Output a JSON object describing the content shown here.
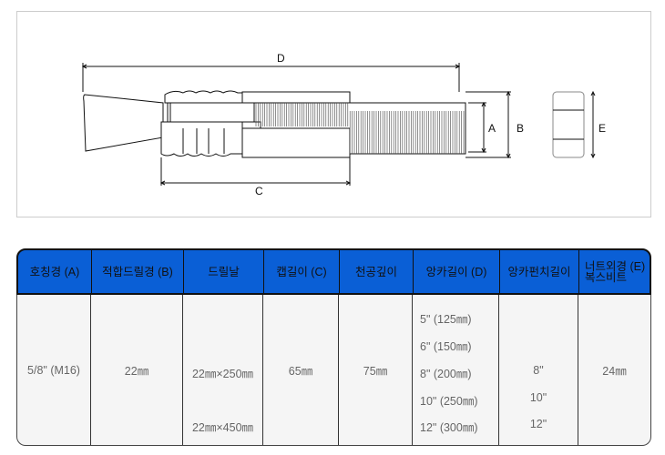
{
  "diagram": {
    "labels": {
      "D": "D",
      "A": "A",
      "B": "B",
      "C": "C",
      "E": "E"
    }
  },
  "table": {
    "headers": [
      "호칭경 (A)",
      "적합드릴경 (B)",
      "드릴날",
      "캡길이 (C)",
      "천공깊이",
      "앙카길이 (D)",
      "앙카펀치길이",
      "너트외경 (E)",
      "복스비트"
    ],
    "row": {
      "nominal": "5/8\" (M16)",
      "drill_dia": "22㎜",
      "drill_bits": [
        "22㎜×250㎜",
        "22㎜×450㎜"
      ],
      "cap_length": "65㎜",
      "depth": "75㎜",
      "anchor_lengths": [
        "5\" (125㎜)",
        "6\" (150㎜)",
        "8\" (200㎜)",
        "10\" (250㎜)",
        "12\" (300㎜)"
      ],
      "punch_lengths": [
        "8\"",
        "10\"",
        "12\""
      ],
      "nut_dia": "24㎜"
    }
  }
}
